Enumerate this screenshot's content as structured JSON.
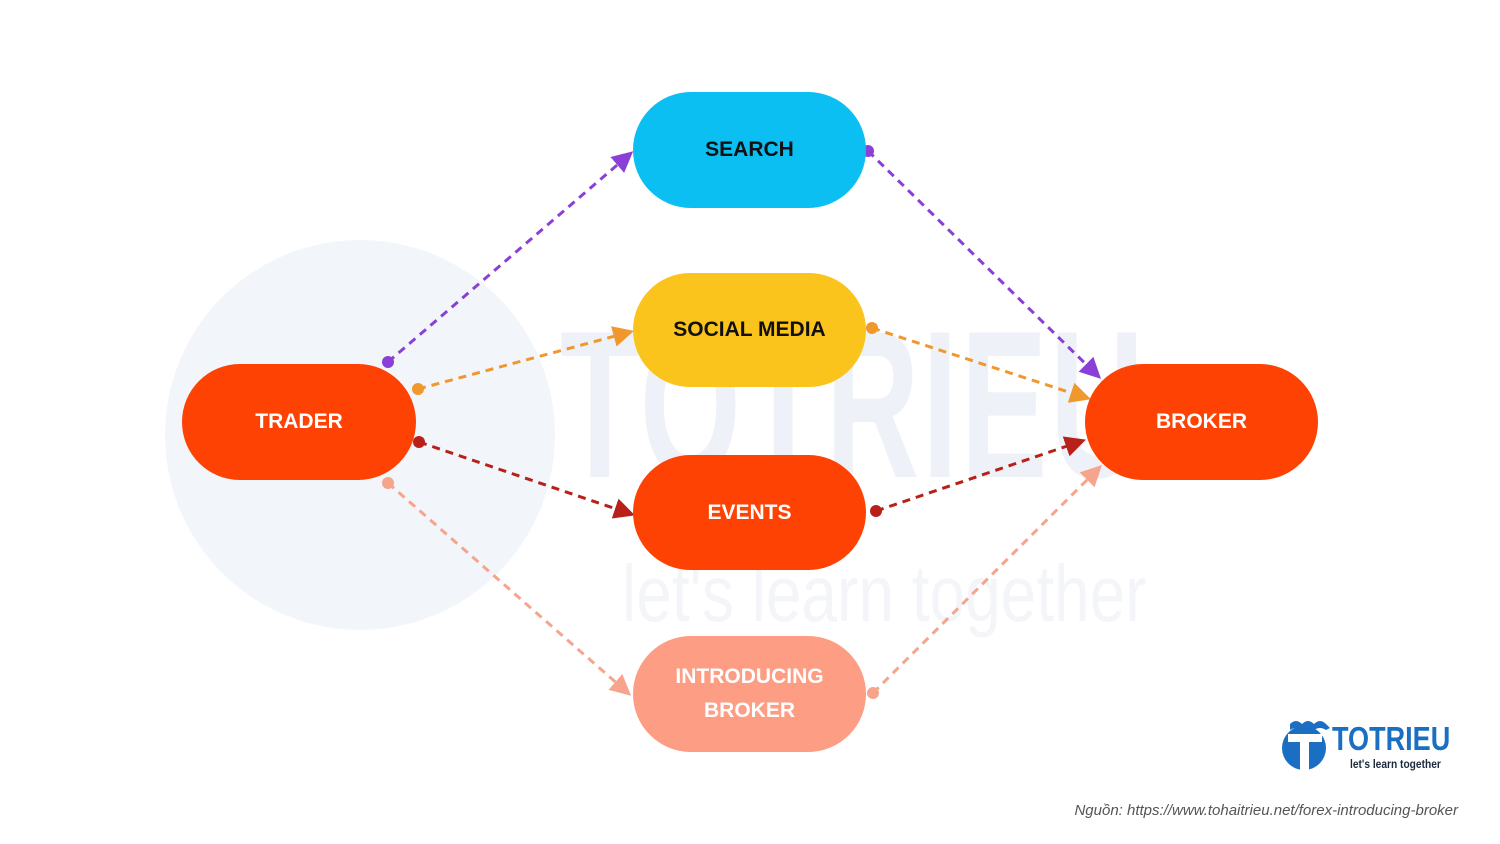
{
  "nodes": {
    "search": {
      "label": "SEARCH",
      "color": "#0bbff2"
    },
    "social_media": {
      "label": "SOCIAL MEDIA",
      "color": "#fbc41c"
    },
    "trader": {
      "label": "TRADER",
      "color": "#fe4203"
    },
    "events": {
      "label": "EVENTS",
      "color": "#fe4203"
    },
    "introducing_broker": {
      "label_line1": "INTRODUCING",
      "label_line2": "BROKER",
      "color": "#fc9d84"
    },
    "broker": {
      "label": "BROKER",
      "color": "#fe4203"
    }
  },
  "edges": [
    {
      "from": "trader",
      "to": "search",
      "style": "dashed",
      "color": "#8a3fd6"
    },
    {
      "from": "search",
      "to": "broker",
      "style": "dashed",
      "color": "#8a3fd6"
    },
    {
      "from": "trader",
      "to": "social_media",
      "style": "dashed",
      "color": "#f0972e"
    },
    {
      "from": "social_media",
      "to": "broker",
      "style": "dashed",
      "color": "#f0972e"
    },
    {
      "from": "trader",
      "to": "events",
      "style": "dashed",
      "color": "#b8201a"
    },
    {
      "from": "events",
      "to": "broker",
      "style": "dashed",
      "color": "#b8201a"
    },
    {
      "from": "trader",
      "to": "introducing_broker",
      "style": "dashed",
      "color": "#f7a48c"
    },
    {
      "from": "introducing_broker",
      "to": "broker",
      "style": "dashed",
      "color": "#f7a48c"
    }
  ],
  "watermark": {
    "word": "TOTRIEU",
    "tagline": "let's learn together"
  },
  "logo": {
    "word": "TOTRIEU",
    "tagline": "let's learn together",
    "color": "#1a6fc2",
    "icon": "totrieu-logo-icon"
  },
  "source": "Nguồn: https://www.tohaitrieu.net/forex-introducing-broker"
}
